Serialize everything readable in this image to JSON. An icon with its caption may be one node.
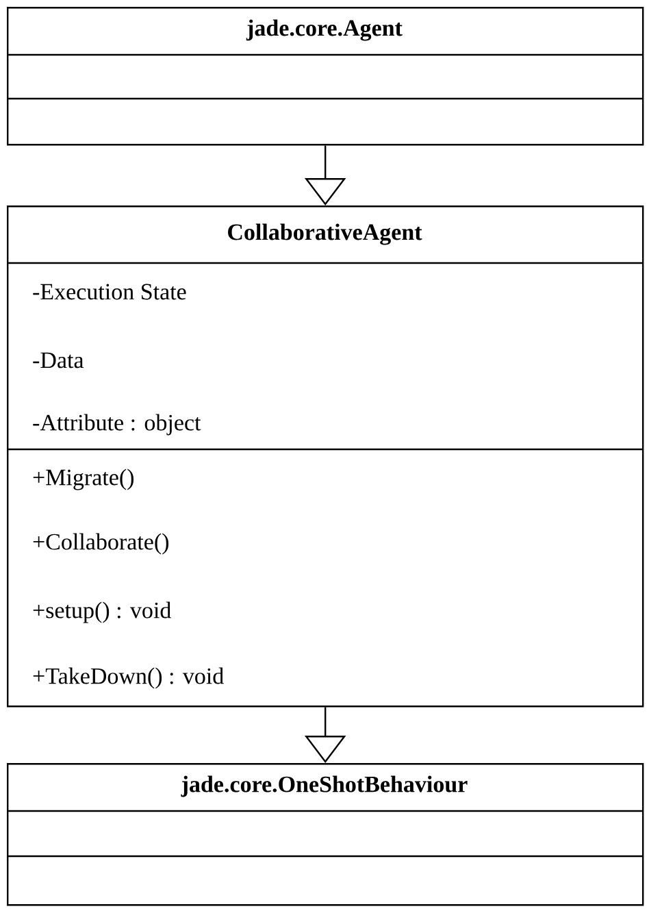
{
  "diagram": {
    "nodes": [
      {
        "text": [
          "jade.core.Agent"
        ]
      },
      {
        "text": [
          "CollaborativeAgent",
          "-Execution State",
          "-Data",
          "-Attribute : object",
          "+Migrate()",
          "+Collaborate()",
          "+setup() : void",
          "+TakeDown() : void"
        ]
      },
      {
        "text": [
          "jade.core.OneShotBehaviour"
        ]
      }
    ],
    "edges": [
      {
        "from": 0,
        "to": 1,
        "arrow": "to"
      },
      {
        "from": 1,
        "to": 2,
        "arrow": "to"
      }
    ]
  }
}
